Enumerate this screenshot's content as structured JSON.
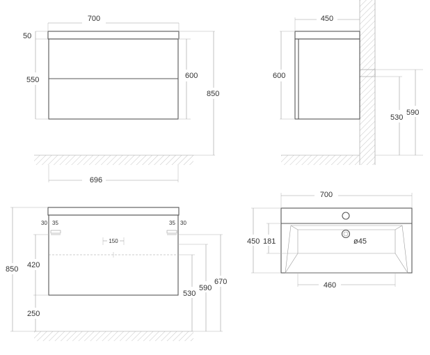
{
  "front_view": {
    "width_top": "700",
    "top_thickness": "50",
    "drawer_height": "550",
    "body_height": "600",
    "total_height": "850",
    "width_bottom": "696"
  },
  "side_view": {
    "depth": "450",
    "body_height": "600",
    "mount_height_low": "530",
    "mount_height_high": "590"
  },
  "rear_view": {
    "left_offset_outer": "30",
    "left_offset_inner": "35",
    "right_offset_inner": "35",
    "right_offset_outer": "30",
    "center_span": "150",
    "total_height": "850",
    "panel_height": "420",
    "floor_gap": "250",
    "height_530": "530",
    "height_590": "590",
    "height_670": "670"
  },
  "top_view": {
    "width": "700",
    "depth": "450",
    "basin_depth": "181",
    "hole_diameter": "ø45",
    "basin_width": "460"
  },
  "colors": {
    "outline": "#555555",
    "dimension_line": "#9a9a9a",
    "hatch": "#a0a0a0",
    "text": "#333333"
  }
}
